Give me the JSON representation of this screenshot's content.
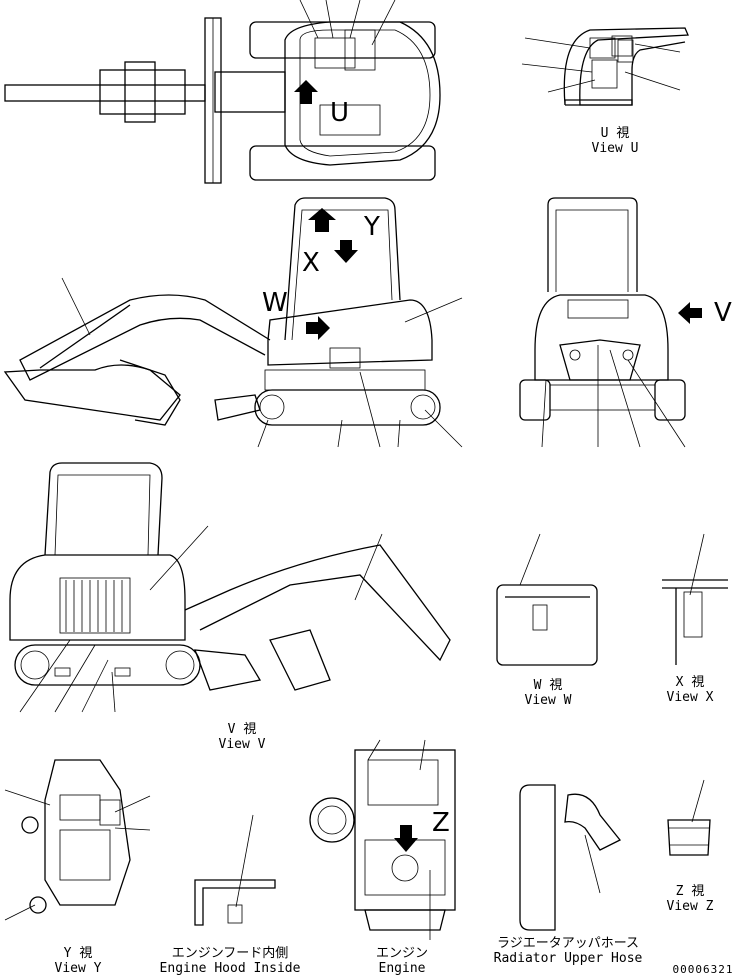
{
  "views": {
    "u": {
      "jp": "U 視",
      "en": "View U"
    },
    "w": {
      "jp": "W 視",
      "en": "View W"
    },
    "x": {
      "jp": "X 視",
      "en": "View X"
    },
    "v": {
      "jp": "V 視",
      "en": "View V"
    },
    "z": {
      "jp": "Z 視",
      "en": "View Z"
    },
    "y": {
      "jp": "Y 視",
      "en": "View Y"
    },
    "hood": {
      "jp": "エンジンフード内側",
      "en": "Engine Hood Inside"
    },
    "engine": {
      "jp": "エンジン",
      "en": "Engine"
    },
    "radiator": {
      "jp": "ラジエータアッパホース",
      "en": "Radiator Upper Hose"
    }
  },
  "markers": {
    "u": "U",
    "v": "V",
    "w": "W",
    "x": "X",
    "y": "Y",
    "z": "Z"
  },
  "drawing_number": "00006321"
}
